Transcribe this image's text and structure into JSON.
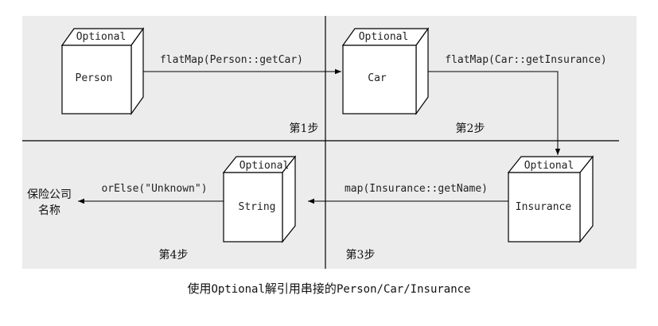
{
  "colors": {
    "panel_bg": "#ececec",
    "line": "#000000",
    "cube_face": "#ffffff"
  },
  "boxes": {
    "person": {
      "header": "Optional",
      "content": "Person"
    },
    "car": {
      "header": "Optional",
      "content": "Car"
    },
    "insurance": {
      "header": "Optional",
      "content": "Insurance"
    },
    "string": {
      "header": "Optional",
      "content": "String"
    }
  },
  "arrows": {
    "a1": "flatMap(Person::getCar)",
    "a2": "flatMap(Car::getInsurance)",
    "a3": "map(Insurance::getName)",
    "a4": "orElse(\"Unknown\")"
  },
  "steps": {
    "s1": "第1步",
    "s2": "第2步",
    "s3": "第3步",
    "s4": "第4步"
  },
  "result": {
    "line1": "保险公司",
    "line2": "名称"
  },
  "caption": {
    "p1": "使用",
    "p2": "Optional",
    "p3": "解引用串接的",
    "p4": "Person/Car/Insurance"
  }
}
